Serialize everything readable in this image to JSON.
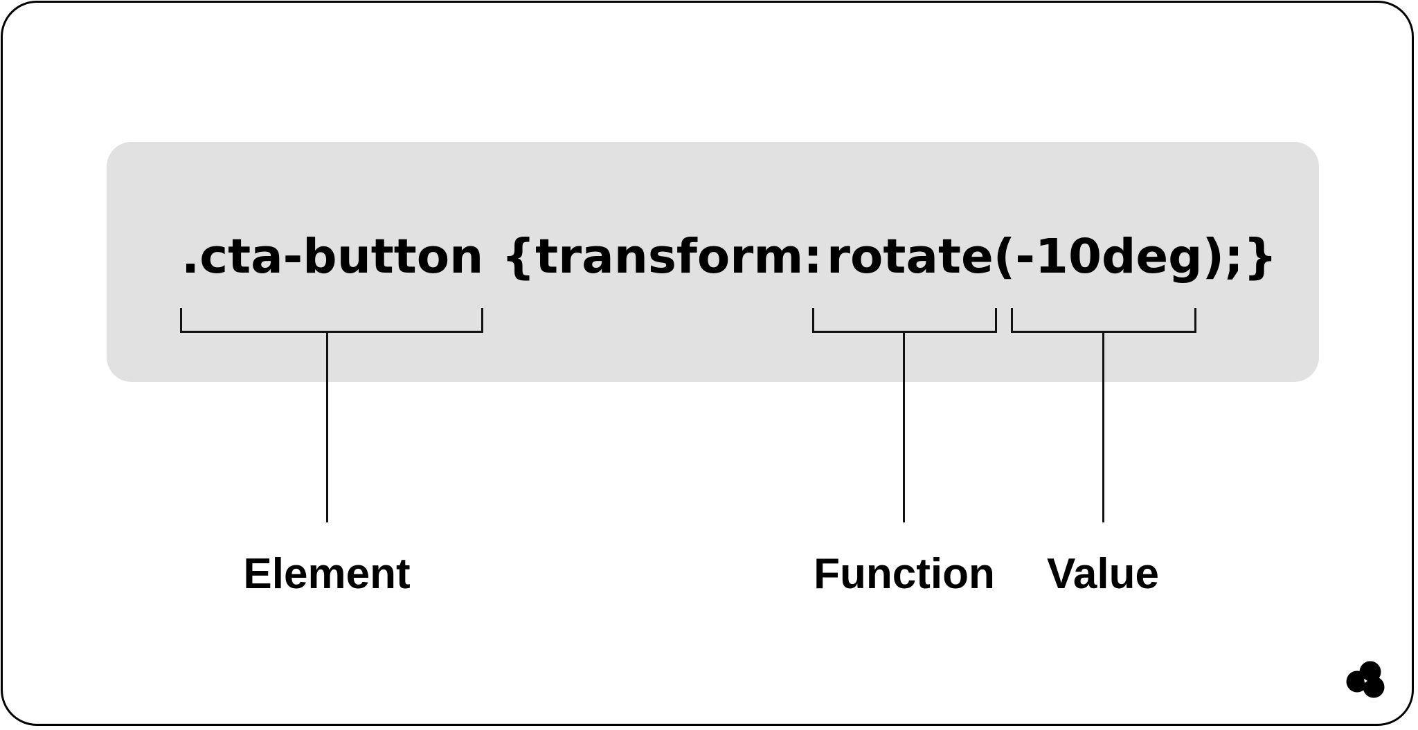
{
  "code": {
    "selector": ".cta-button",
    "property": "{transform:",
    "function_value": "rotate(-10deg);}",
    "full_text": ".cta-button {transform: rotate(-10deg);}"
  },
  "labels": {
    "element": "Element",
    "function": "Function",
    "value": "Value"
  },
  "annotations": [
    {
      "label": "Element",
      "target": ".cta-button"
    },
    {
      "label": "Function",
      "target": "rotate"
    },
    {
      "label": "Value",
      "target": "-10deg"
    }
  ],
  "logo": {
    "icon": "three-circles-logo-icon"
  },
  "colors": {
    "background": "#ffffff",
    "frame_border": "#000000",
    "code_card": "#e1e1e1",
    "text": "#000000",
    "lines": "#111111"
  }
}
